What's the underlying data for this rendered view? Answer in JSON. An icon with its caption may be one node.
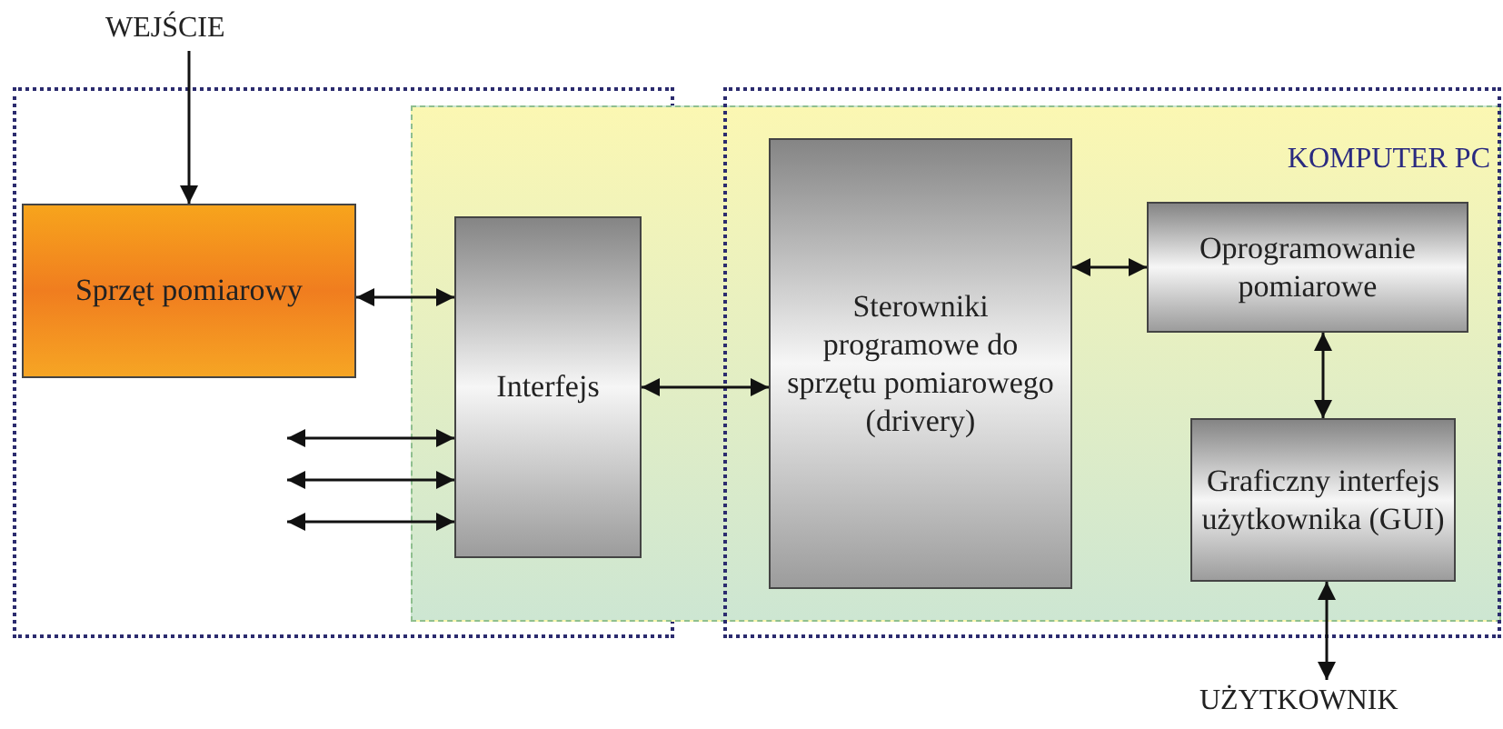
{
  "diagram": {
    "nodes": [
      {
        "text": [
          "WEJŚCIE"
        ]
      },
      {
        "text": [
          "KOMPUTER PC"
        ]
      },
      {
        "text": [
          "Sprzęt pomiarowy"
        ]
      },
      {
        "text": [
          "Interfejs"
        ],
        "in": 1
      },
      {
        "text": [
          "Sterowniki programowe do sprzętu pomiarowego (drivery)"
        ],
        "in": 1
      },
      {
        "text": [
          "Oprogramowanie pomiarowe"
        ],
        "in": 1
      },
      {
        "text": [
          "Graficzny interfejs użytkownika (GUI)"
        ],
        "in": 1
      },
      {
        "text": [
          "UŻYTKOWNIK"
        ]
      }
    ],
    "edges": [
      {
        "from": 0,
        "to": 2,
        "arrow": "to"
      },
      {
        "from": 2,
        "to": 3,
        "arrow": "both"
      },
      {
        "from": null,
        "to": 3,
        "arrow": "both"
      },
      {
        "from": null,
        "to": 3,
        "arrow": "both"
      },
      {
        "from": null,
        "to": 3,
        "arrow": "both"
      },
      {
        "from": 3,
        "to": 4,
        "arrow": "both"
      },
      {
        "from": 4,
        "to": 5,
        "arrow": "both"
      },
      {
        "from": 5,
        "to": 6,
        "arrow": "both"
      },
      {
        "from": 6,
        "to": 7,
        "arrow": "both"
      }
    ]
  }
}
